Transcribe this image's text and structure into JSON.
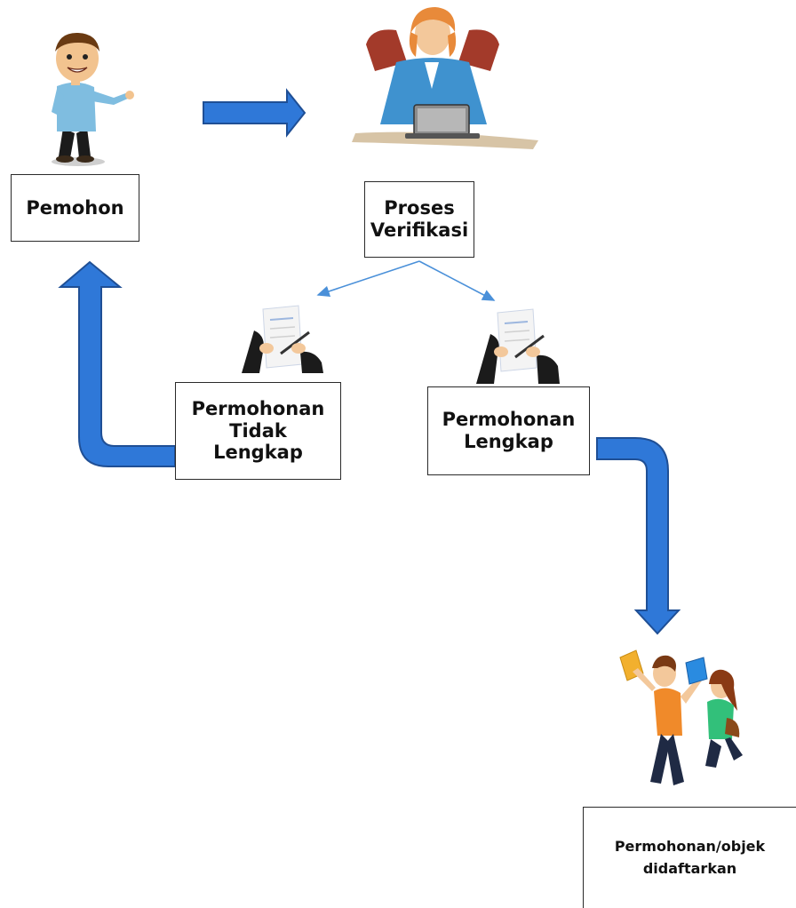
{
  "diagram": {
    "nodes": {
      "pemohon": "Pemohon",
      "proses": "Proses\nVerifikasi",
      "tidak_lengkap": "Permohonan\nTidak\nLengkap",
      "lengkap": "Permohonan\nLengkap",
      "didaftarkan": "Permohonan/objek\ndidaftarkan"
    },
    "icons": {
      "applicant": "man-presenting-icon",
      "verifier": "woman-at-laptop-icon",
      "incomplete_doc": "signing-document-icon",
      "complete_doc": "signing-document-icon",
      "registered": "happy-students-icon"
    },
    "colors": {
      "arrow_fill": "#2f78d8",
      "arrow_stroke": "#1f4f95",
      "thin_arrow": "#4a90d9",
      "box_border": "#2a2a2a"
    }
  }
}
